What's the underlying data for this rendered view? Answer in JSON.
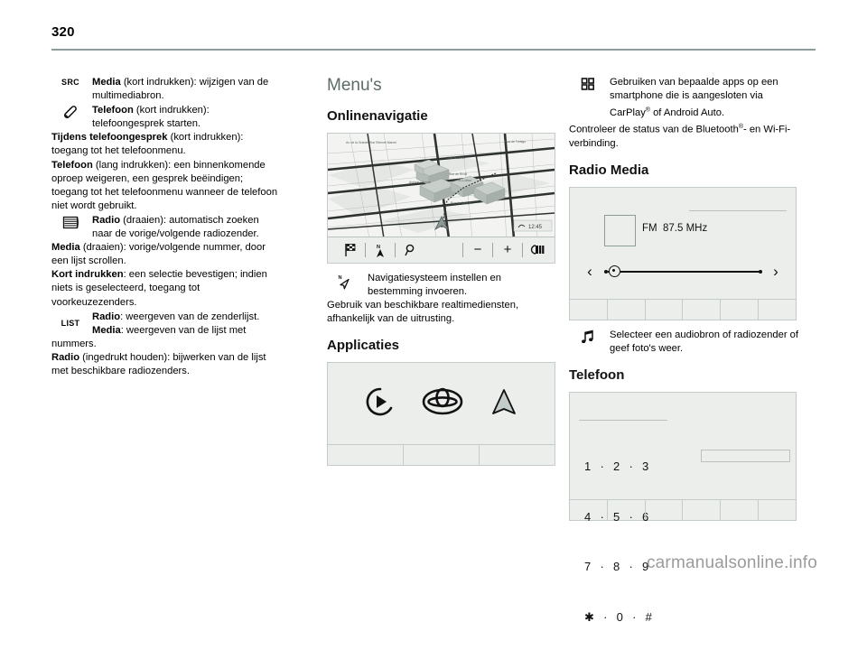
{
  "page": {
    "number": "320",
    "footer": "carmanualsonline.info"
  },
  "left_column": {
    "items": [
      {
        "icon": "src-button-icon",
        "icon_text": "SRC",
        "html": "<b>Media</b> (kort indrukken): wijzigen van de multimediabron."
      },
      {
        "icon": "phone-handset-icon",
        "icon_text": "",
        "html": "<b>Telefoon</b> (kort indrukken): telefoongesprek starten."
      }
    ],
    "paragraphs": [
      "<b>Tijdens telefoongesprek</b> (kort indrukken): toegang tot het telefoonmenu.",
      "<b>Telefoon</b> (lang indrukken): een binnenkomende oproep weigeren, een gesprek beëindigen; toegang tot het telefoonmenu wanneer de telefoon niet wordt gebruikt."
    ],
    "knob_item": {
      "icon": "rotary-knob-icon",
      "html": "<b>Radio</b> (draaien): automatisch zoeken naar de vorige/volgende radiozender."
    },
    "paragraphs2": [
      "<b>Media</b> (draaien): vorige/volgende nummer, door een lijst scrollen.",
      "<b>Kort indrukken</b>: een selectie bevestigen; indien niets is geselecteerd, toegang tot voorkeuzezenders."
    ],
    "list_item": {
      "icon": "list-button-icon",
      "icon_text": "LIST",
      "html": "<b>Radio</b>: weergeven van de zenderlijst.<br><b>Media</b>: weergeven van de lijst met"
    },
    "paragraphs3": [
      "nummers.",
      "<b>Radio</b> (ingedrukt houden): bijwerken van de lijst met beschikbare radiozenders."
    ]
  },
  "middle_column": {
    "section_title": "Menu's",
    "nav": {
      "heading": "Onlinenavigatie",
      "screen_name": "navigation-map-screen",
      "toolbar": {
        "destination_icon": "checkered-flag-icon",
        "north_icon": "north-compass-icon",
        "search_icon": "magnifier-icon",
        "zoom_out": "−",
        "zoom_in": "+",
        "layers_icon": "map-layers-icon"
      },
      "caption_icon": "navigation-arrow-icon",
      "caption": "Navigatiesysteem instellen en bestemming invoeren.",
      "note": "Gebruik van beschikbare realtimediensten, afhankelijk van de uitrusting."
    },
    "apps": {
      "heading": "Applicaties",
      "screen_name": "applications-screen",
      "icons": [
        "carplay-icon",
        "toyota-logo-icon",
        "android-auto-icon"
      ]
    }
  },
  "right_column": {
    "apps_note": {
      "icon": "apps-grid-icon",
      "html": "Gebruiken van bepaalde apps op een smartphone die is aangesloten via CarPlay<sup>®</sup> of Android Auto."
    },
    "bluetooth_note": "Controleer de status van de Bluetooth<sup>®</sup>- en Wi-Fi-verbinding.",
    "radio": {
      "heading": "Radio Media",
      "screen_name": "radio-media-screen",
      "band_value": "FM  87.5 MHz",
      "prev_chevron": "‹",
      "next_chevron": "›",
      "caption_icon": "music-note-icon",
      "caption": "Selecteer een audiobron of radiozender of geef foto's weer."
    },
    "phone": {
      "heading": "Telefoon",
      "screen_name": "telephone-keypad-screen",
      "keypad_rows": [
        "1  ·  2  ·  3",
        "4  ·  5  ·  6",
        "7  ·  8  ·  9",
        "✱  ·  0  ·  #"
      ]
    }
  },
  "colors": {
    "rule": "#8d9b9b",
    "section_heading": "#5c6c69",
    "screen_bg": "#eceeec",
    "screen_border": "#c3ccc9",
    "footer": "#9b9b9b"
  }
}
